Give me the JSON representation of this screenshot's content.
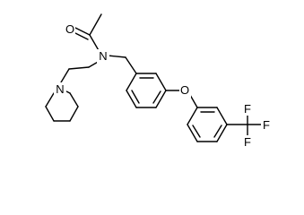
{
  "structure": {
    "atoms": [
      {
        "label": "O"
      },
      {
        "label": "N"
      },
      {
        "label": "N"
      },
      {
        "label": "O"
      },
      {
        "label": "F"
      },
      {
        "label": "F"
      },
      {
        "label": "F"
      }
    ]
  },
  "colors": {
    "bond": "#000000",
    "background": "#ffffff"
  }
}
